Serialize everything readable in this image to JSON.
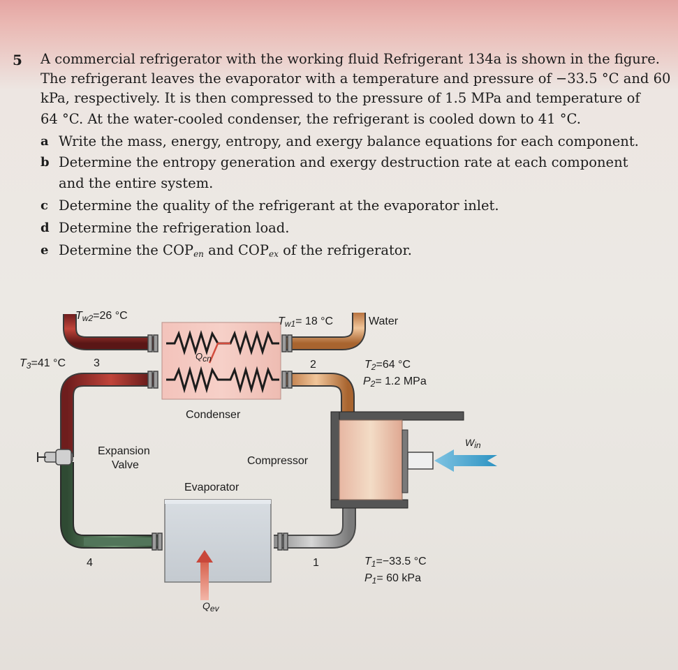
{
  "problem": {
    "number": "5",
    "lines": [
      "A commercial refrigerator with the working fluid Refrigerant 134a is shown in the figure.",
      "The refrigerant leaves the evaporator with a temperature and pressure of −33.5 °C and 60",
      "kPa, respectively. It is then compressed to the pressure of 1.5 MPa and temperature of",
      "64 °C. At the water-cooled condenser, the refrigerant is cooled down to 41 °C."
    ],
    "parts": [
      {
        "letter": "a",
        "lines": [
          "Write the mass, energy, entropy, and exergy balance equations for each component."
        ]
      },
      {
        "letter": "b",
        "lines": [
          "Determine the entropy generation and exergy destruction rate at each component",
          "and the entire system."
        ]
      },
      {
        "letter": "c",
        "lines": [
          "Determine the quality of the refrigerant at the evaporator inlet."
        ]
      },
      {
        "letter": "d",
        "lines": [
          "Determine the refrigeration load."
        ]
      },
      {
        "letter": "e",
        "prefix": "Determine the COP",
        "sub1": "en",
        "middle": " and COP",
        "sub2": "ex",
        "suffix": " of the refrigerator."
      }
    ]
  },
  "diagram": {
    "tw2_label": "T",
    "tw2_sub": "w2",
    "tw2_value": "=26 °C",
    "tw1_label": "T",
    "tw1_sub": "w1",
    "tw1_value": "= 18 °C",
    "water": "Water",
    "t3_label": "T",
    "t3_sub": "3",
    "t3_value": "=41 °C",
    "state3": "3",
    "state2": "2",
    "state4": "4",
    "state1": "1",
    "qcn_label": "Q",
    "qcn_sub": "cn",
    "t2_line": "=64 °C",
    "p2_line": "= 1.2 MPa",
    "t2_sym": "T",
    "p2_sym": "P",
    "sub2": "2",
    "condenser": "Condenser",
    "expansion_line1": "Expansion",
    "expansion_line2": "Valve",
    "compressor": "Compressor",
    "win_label": "W",
    "win_sub": "in",
    "evaporator": "Evaporator",
    "t1_sym": "T",
    "p1_sym": "P",
    "sub1": "1",
    "t1_line": "=−33.5 °C",
    "p1_line": "= 60 kPa",
    "qev_label": "Q",
    "qev_sub": "ev"
  }
}
